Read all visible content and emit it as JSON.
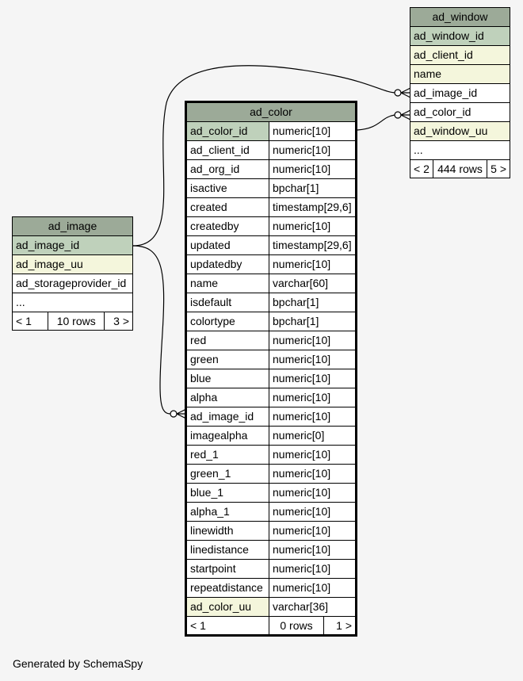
{
  "tables": {
    "ad_window": {
      "name": "ad_window",
      "rows": [
        {
          "col": "ad_window_id",
          "kind": "pk"
        },
        {
          "col": "ad_client_id",
          "kind": "uk"
        },
        {
          "col": "name",
          "kind": "uk"
        },
        {
          "col": "ad_image_id",
          "kind": "plain"
        },
        {
          "col": "ad_color_id",
          "kind": "plain"
        },
        {
          "col": "ad_window_uu",
          "kind": "uk"
        },
        {
          "col": "...",
          "kind": "plain"
        }
      ],
      "footer": {
        "parents": "< 2",
        "rows": "444 rows",
        "children": "5 >"
      }
    },
    "ad_image": {
      "name": "ad_image",
      "rows": [
        {
          "col": "ad_image_id",
          "kind": "pk"
        },
        {
          "col": "ad_image_uu",
          "kind": "uk"
        },
        {
          "col": "ad_storageprovider_id",
          "kind": "plain"
        },
        {
          "col": "...",
          "kind": "plain"
        }
      ],
      "footer": {
        "parents": "< 1",
        "rows": "10 rows",
        "children": "3 >"
      }
    },
    "ad_color": {
      "name": "ad_color",
      "rows": [
        {
          "col": "ad_color_id",
          "type": "numeric[10]",
          "kind": "pk"
        },
        {
          "col": "ad_client_id",
          "type": "numeric[10]",
          "kind": "plain"
        },
        {
          "col": "ad_org_id",
          "type": "numeric[10]",
          "kind": "plain"
        },
        {
          "col": "isactive",
          "type": "bpchar[1]",
          "kind": "plain"
        },
        {
          "col": "created",
          "type": "timestamp[29,6]",
          "kind": "plain"
        },
        {
          "col": "createdby",
          "type": "numeric[10]",
          "kind": "plain"
        },
        {
          "col": "updated",
          "type": "timestamp[29,6]",
          "kind": "plain"
        },
        {
          "col": "updatedby",
          "type": "numeric[10]",
          "kind": "plain"
        },
        {
          "col": "name",
          "type": "varchar[60]",
          "kind": "plain"
        },
        {
          "col": "isdefault",
          "type": "bpchar[1]",
          "kind": "plain"
        },
        {
          "col": "colortype",
          "type": "bpchar[1]",
          "kind": "plain"
        },
        {
          "col": "red",
          "type": "numeric[10]",
          "kind": "plain"
        },
        {
          "col": "green",
          "type": "numeric[10]",
          "kind": "plain"
        },
        {
          "col": "blue",
          "type": "numeric[10]",
          "kind": "plain"
        },
        {
          "col": "alpha",
          "type": "numeric[10]",
          "kind": "plain"
        },
        {
          "col": "ad_image_id",
          "type": "numeric[10]",
          "kind": "plain"
        },
        {
          "col": "imagealpha",
          "type": "numeric[0]",
          "kind": "plain"
        },
        {
          "col": "red_1",
          "type": "numeric[10]",
          "kind": "plain"
        },
        {
          "col": "green_1",
          "type": "numeric[10]",
          "kind": "plain"
        },
        {
          "col": "blue_1",
          "type": "numeric[10]",
          "kind": "plain"
        },
        {
          "col": "alpha_1",
          "type": "numeric[10]",
          "kind": "plain"
        },
        {
          "col": "linewidth",
          "type": "numeric[10]",
          "kind": "plain"
        },
        {
          "col": "linedistance",
          "type": "numeric[10]",
          "kind": "plain"
        },
        {
          "col": "startpoint",
          "type": "numeric[10]",
          "kind": "plain"
        },
        {
          "col": "repeatdistance",
          "type": "numeric[10]",
          "kind": "plain"
        },
        {
          "col": "ad_color_uu",
          "type": "varchar[36]",
          "kind": "uk"
        }
      ],
      "footer": {
        "parents": "< 1",
        "rows": "0 rows",
        "children": "1 >"
      }
    }
  },
  "colors": {
    "header": "#9caa98",
    "primary_key": "#bfd1bb",
    "unique_key": "#f4f6dc",
    "background": "#f5f5f5"
  },
  "footer_text": "Generated by SchemaSpy"
}
